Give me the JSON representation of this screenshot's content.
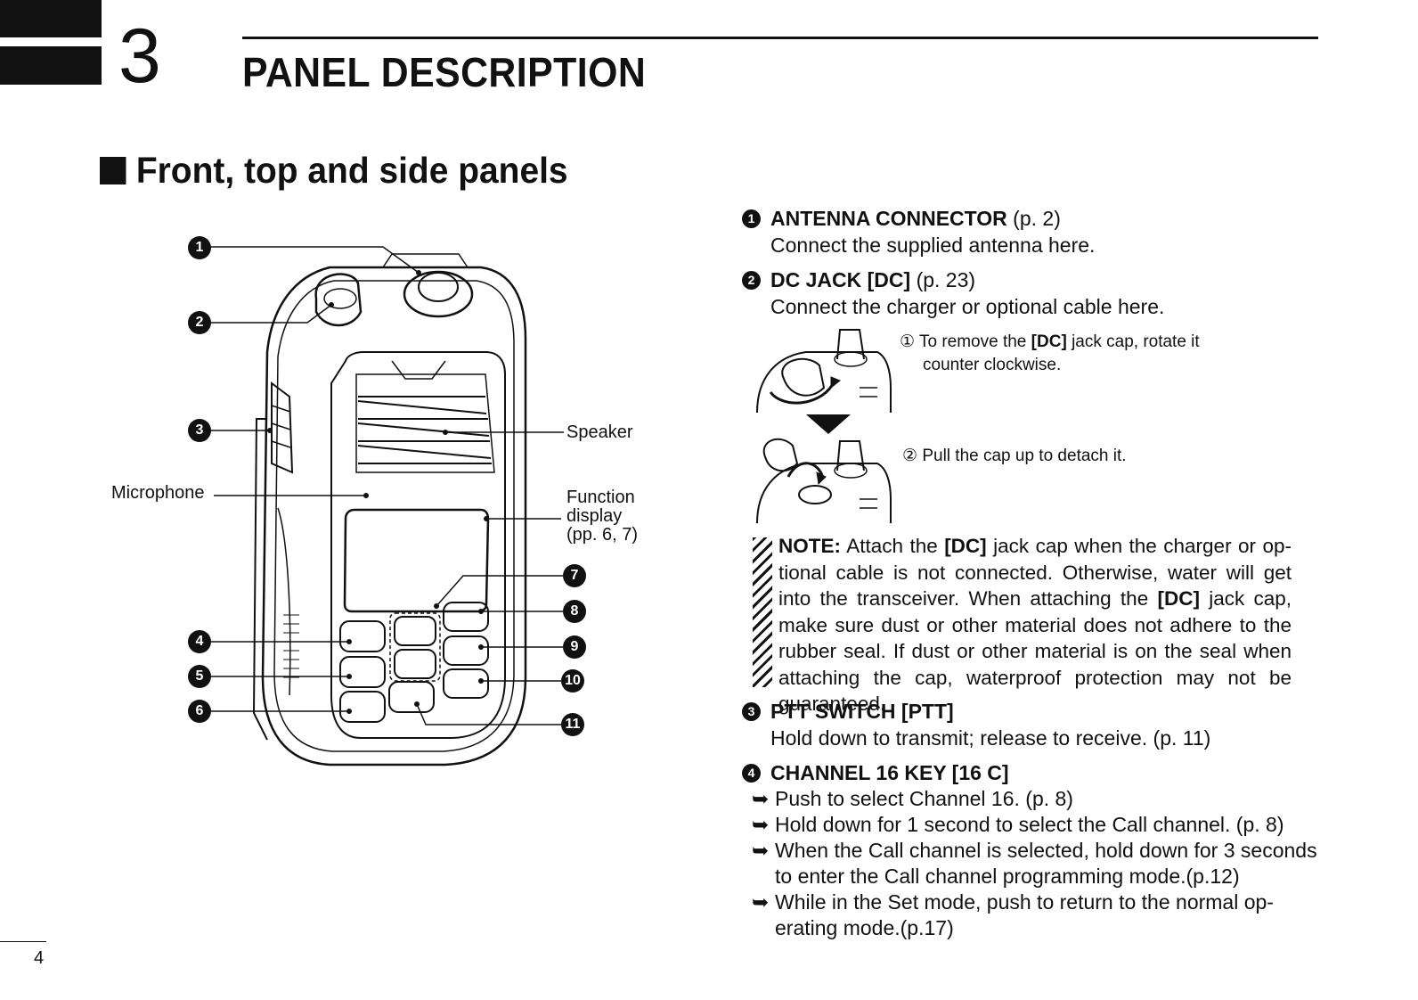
{
  "chapter": {
    "number": "3",
    "title": "PANEL DESCRIPTION"
  },
  "section": {
    "title": "Front, top and side panels"
  },
  "page_number": "4",
  "diagram": {
    "labels": {
      "speaker": "Speaker",
      "microphone": "Microphone",
      "function_display_1": "Function",
      "function_display_2": "display",
      "function_display_3": "(pp. 6, 7)"
    },
    "callouts": [
      "1",
      "2",
      "3",
      "4",
      "5",
      "6",
      "7",
      "8",
      "9",
      "10",
      "11"
    ]
  },
  "items": [
    {
      "num": "1",
      "name": "ANTENNA CONNECTOR",
      "ref": "(p. 2)",
      "desc": "Connect the supplied antenna here."
    },
    {
      "num": "2",
      "name": "DC JACK [DC]",
      "ref": "(p. 23)",
      "desc": "Connect the charger or optional cable here."
    },
    {
      "num": "3",
      "name": "PTT SWITCH [PTT]",
      "ref": "",
      "desc": "Hold down to transmit; release to receive. (p. 11)"
    },
    {
      "num": "4",
      "name": "CHANNEL 16 KEY [16 C]",
      "ref": "",
      "desc": ""
    }
  ],
  "dc_steps": {
    "step1_marker": "①",
    "step1_a": "To remove the",
    "step1_b": "[DC]",
    "step1_c": "jack cap, rotate it",
    "step1_d": "counter clockwise.",
    "step2_marker": "②",
    "step2": "Pull the cap up to detach it."
  },
  "note": {
    "label": "NOTE:",
    "t1": "Attach the",
    "b1": "[DC]",
    "t2": "jack cap when the charger or op-tional cable is not connected. Otherwise, water will get into the transceiver. When attaching the",
    "b2": "[DC]",
    "t3": "jack cap, make sure dust or other material does not adhere to the rubber seal. If dust or other material is on the seal when attaching the cap, waterproof protection may not be guaranteed."
  },
  "channel16_bullets": {
    "arrow": "➥",
    "b1": "Push to select Channel 16. (p. 8)",
    "b2": "Hold down for 1 second to select the Call channel. (p. 8)",
    "b3a": "When the Call channel is selected, hold down for 3 seconds",
    "b3b": "to enter the Call channel programming mode.(p.12)",
    "b4a": "While in the Set mode, push to return to the normal op-",
    "b4b": "erating mode.(p.17)"
  }
}
